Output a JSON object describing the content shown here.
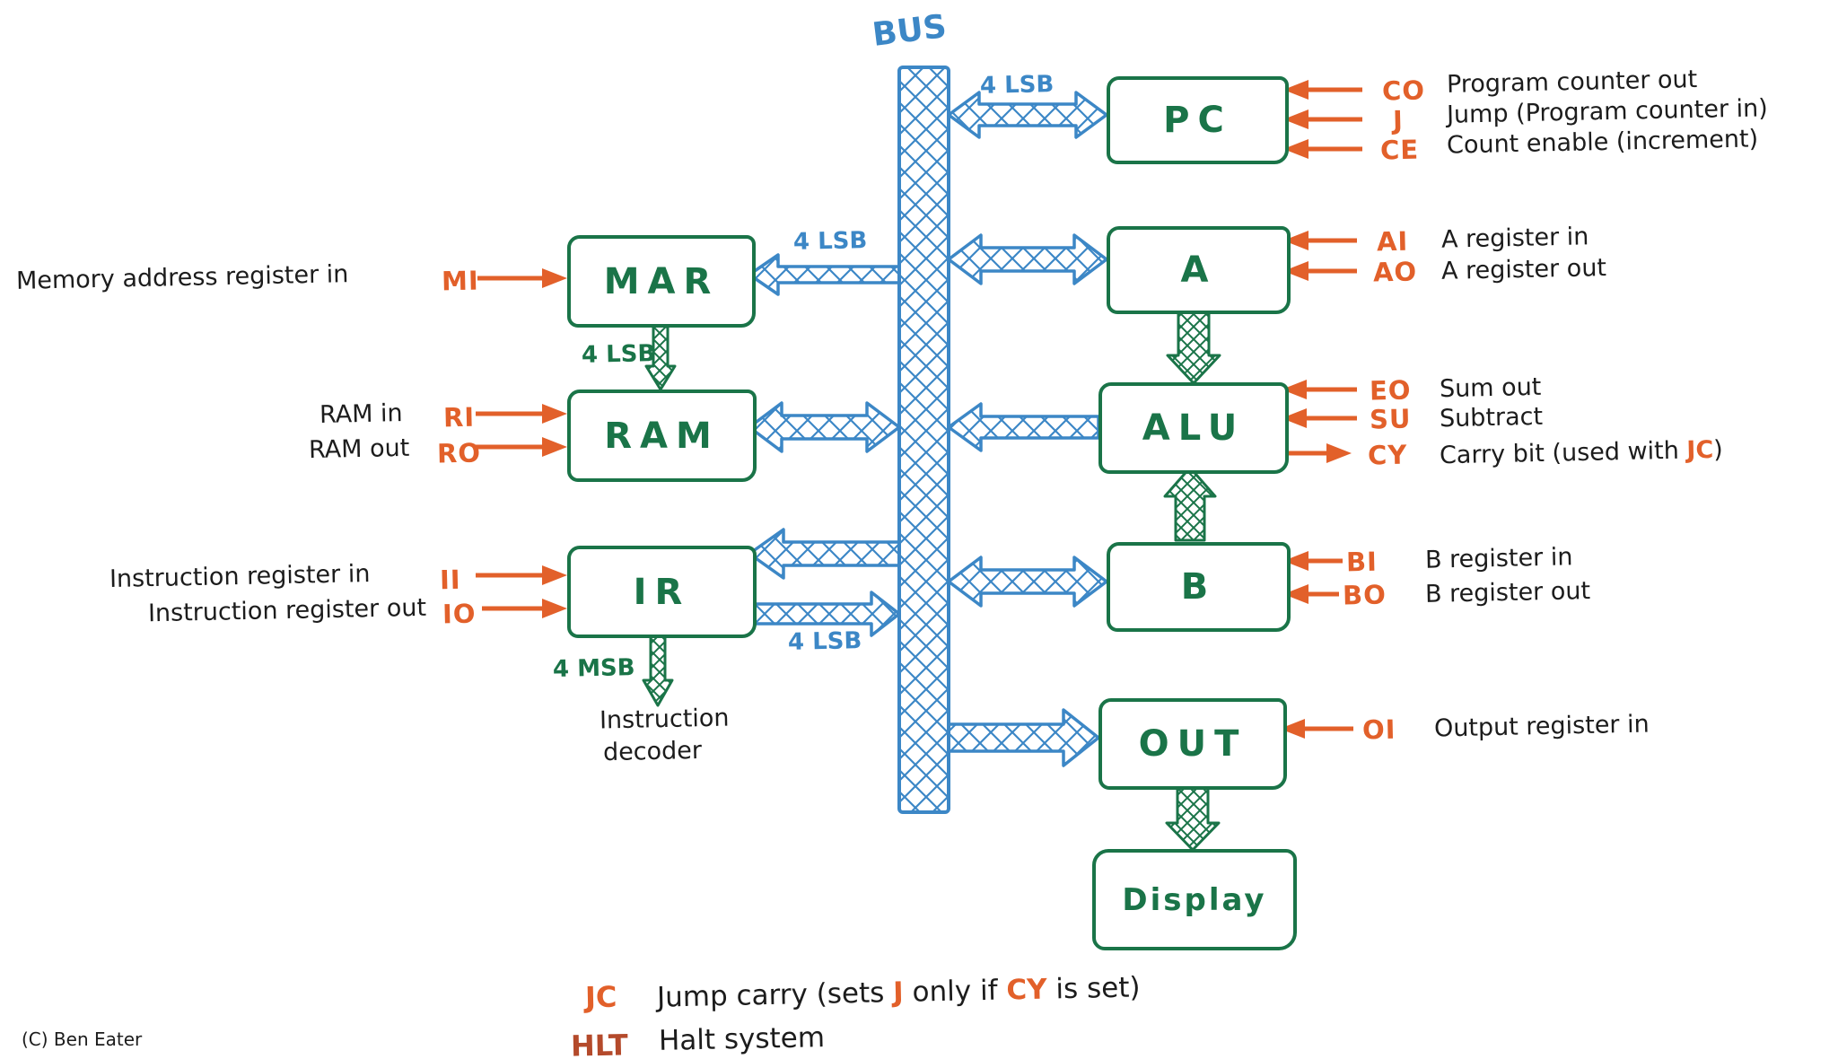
{
  "colors": {
    "blue": "#3c87c6",
    "green": "#1a7448",
    "orange": "#e2602a",
    "hlt_red": "#b44a2b",
    "ink": "#1c1c1c"
  },
  "bus": {
    "label": "BUS"
  },
  "bus_width_labels": {
    "pc": "4 LSB",
    "mar": "4 LSB",
    "ir_out": "4 LSB",
    "mar_ram": "4 LSB",
    "ir_decoder": "4 MSB"
  },
  "blocks": {
    "pc": "PC",
    "mar": "MAR",
    "ram": "RAM",
    "ir": "IR",
    "a": "A",
    "alu": "ALU",
    "b": "B",
    "out": "OUT",
    "display": "Display"
  },
  "left_signals": [
    {
      "desc": "Memory address register in",
      "code": "MI"
    },
    {
      "desc": "RAM in",
      "code": "RI"
    },
    {
      "desc": "RAM out",
      "code": "RO"
    },
    {
      "desc": "Instruction register in",
      "code": "II"
    },
    {
      "desc": "Instruction register out",
      "code": "IO"
    }
  ],
  "right_signals": [
    {
      "code": "CO",
      "desc": "Program counter out"
    },
    {
      "code": "J",
      "desc": "Jump (Program counter in)"
    },
    {
      "code": "CE",
      "desc": "Count enable (increment)"
    },
    {
      "code": "AI",
      "desc": "A register in"
    },
    {
      "code": "AO",
      "desc": "A register out"
    },
    {
      "code": "EO",
      "desc": "Sum out"
    },
    {
      "code": "SU",
      "desc": "Subtract"
    },
    {
      "code": "CY",
      "desc_pre": "Carry bit (used with ",
      "desc_hl": "JC",
      "desc_post": ")"
    },
    {
      "code": "BI",
      "desc": "B register in"
    },
    {
      "code": "BO",
      "desc": "B register out"
    },
    {
      "code": "OI",
      "desc": "Output register in"
    }
  ],
  "decoder": {
    "line1": "Instruction",
    "line2": "decoder"
  },
  "legend": {
    "jc": {
      "code": "JC",
      "p1": "Jump carry (sets ",
      "h1": "J",
      "p2": " only if ",
      "h2": "CY",
      "p3": " is set)"
    },
    "hlt": {
      "code": "HLT",
      "desc": "Halt system"
    }
  },
  "copyright": "(C) Ben Eater"
}
